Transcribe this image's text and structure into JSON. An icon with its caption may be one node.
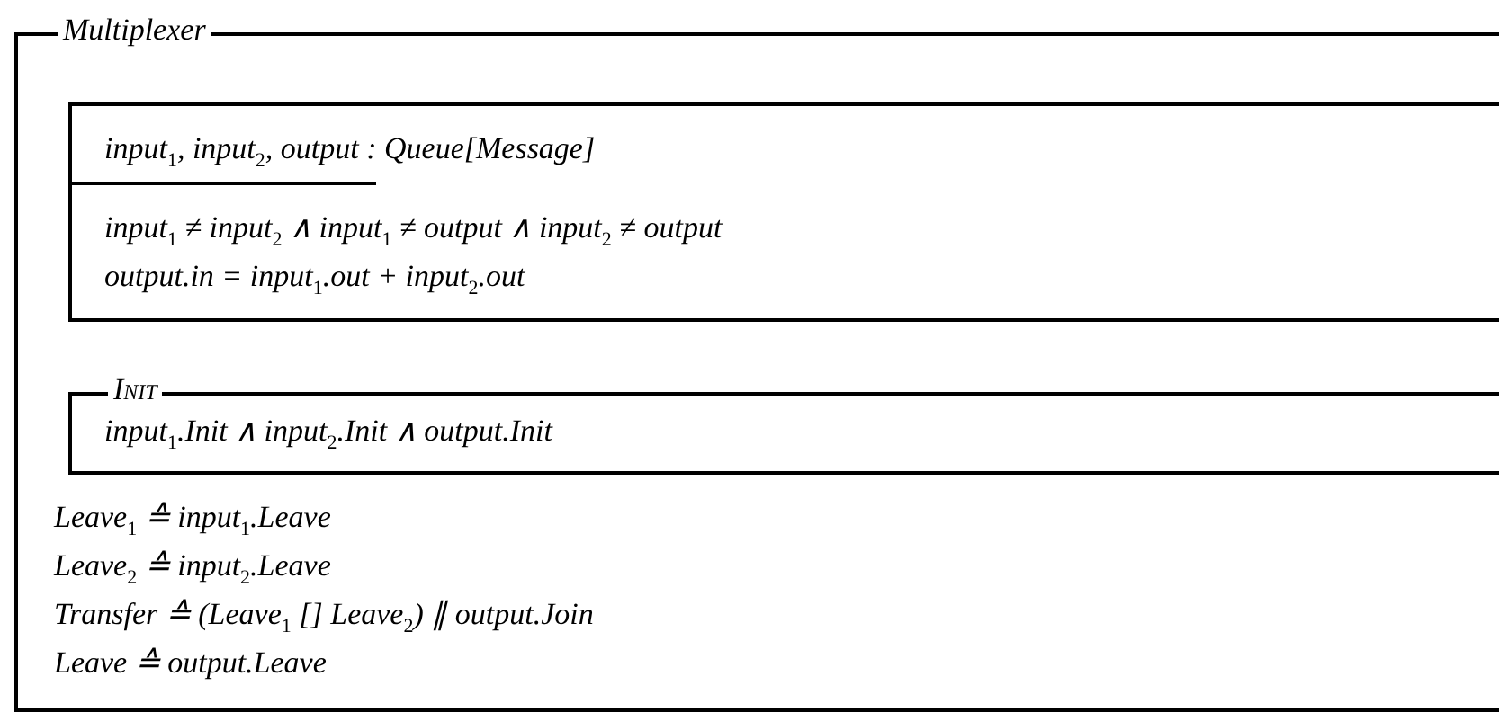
{
  "diagram": {
    "nodes": [
      {
        "text": [
          "Multiplexer",
          "Leave$_{1}$ ≙ input$_{1}$.Leave",
          "Leave$_{2}$ ≙ input$_{2}$.Leave",
          "Transfer ≙ (Leave$_{1}$ [] Leave$_{2}$) ∥ output.Join",
          "Leave ≙ output.Leave"
        ]
      },
      {
        "text": [
          "input$_{1}$, input$_{2}$, output : Queue[Message]",
          "input$_{1}$ ≠ input$_{2}$ ∧ input$_{1}$ ≠ output ∧ input$_{2}$ ≠ output",
          "output.in = input$_{1}$.out + input$_{2}$.out"
        ],
        "in": 0
      },
      {
        "text": [
          "Init",
          "input$_{1}$.Init ∧ input$_{2}$.Init ∧ output.Init"
        ],
        "in": 0
      }
    ]
  }
}
